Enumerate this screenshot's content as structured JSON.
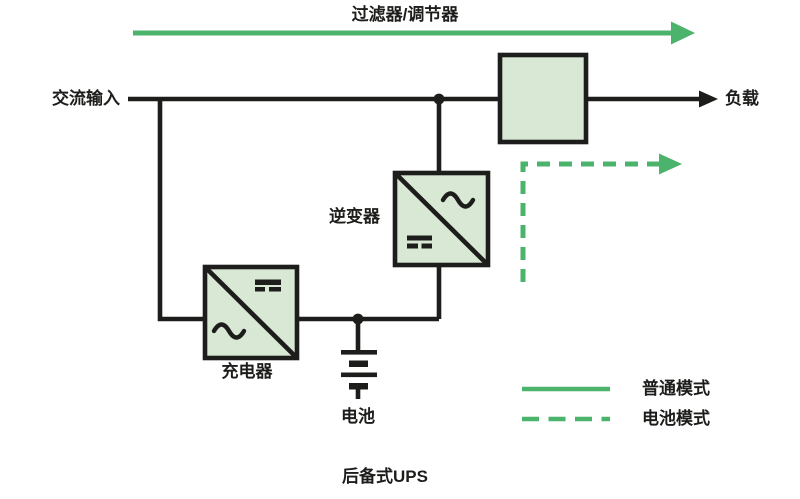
{
  "diagram_title": "后备式UPS",
  "labels": {
    "top_path": "过滤器/调节器",
    "ac_input": "交流输入",
    "load": "负载",
    "inverter": "逆变器",
    "charger": "充电器",
    "battery": "电池"
  },
  "legend": {
    "items": [
      {
        "style": "solid",
        "label": "普通模式"
      },
      {
        "style": "dashed",
        "label": "电池模式"
      }
    ]
  },
  "colors": {
    "mode_green": "#4cb36d",
    "box_fill": "#d9e8d5",
    "line_ink": "#1d1d1b"
  }
}
